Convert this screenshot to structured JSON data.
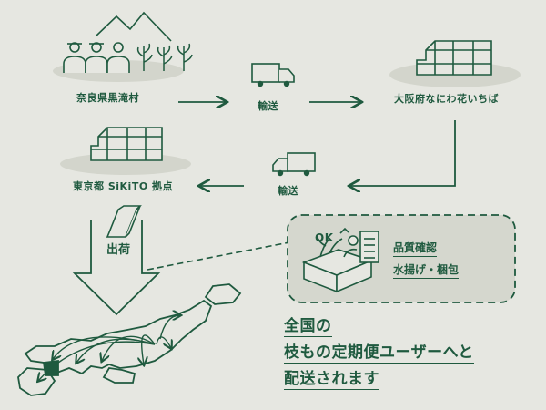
{
  "nodes": {
    "origin": "奈良県黒滝村",
    "osaka": "大阪府なにわ花いちば",
    "tokyo": "東京都 SiKiTO 拠点"
  },
  "transport": {
    "first": "輸送",
    "second": "輸送"
  },
  "shipping": "出荷",
  "process": {
    "ok": "OK",
    "check": "品質確認",
    "pack": "水揚げ・梱包"
  },
  "message": {
    "line1": "全国の",
    "line2": "枝もの定期便ユーザーへと",
    "line3": "配送されます"
  },
  "colors": {
    "primary": "#1f5a3f",
    "background": "#e6e7e1",
    "box_fill": "#d5d7ce",
    "shadow": "#d3d5cc"
  }
}
